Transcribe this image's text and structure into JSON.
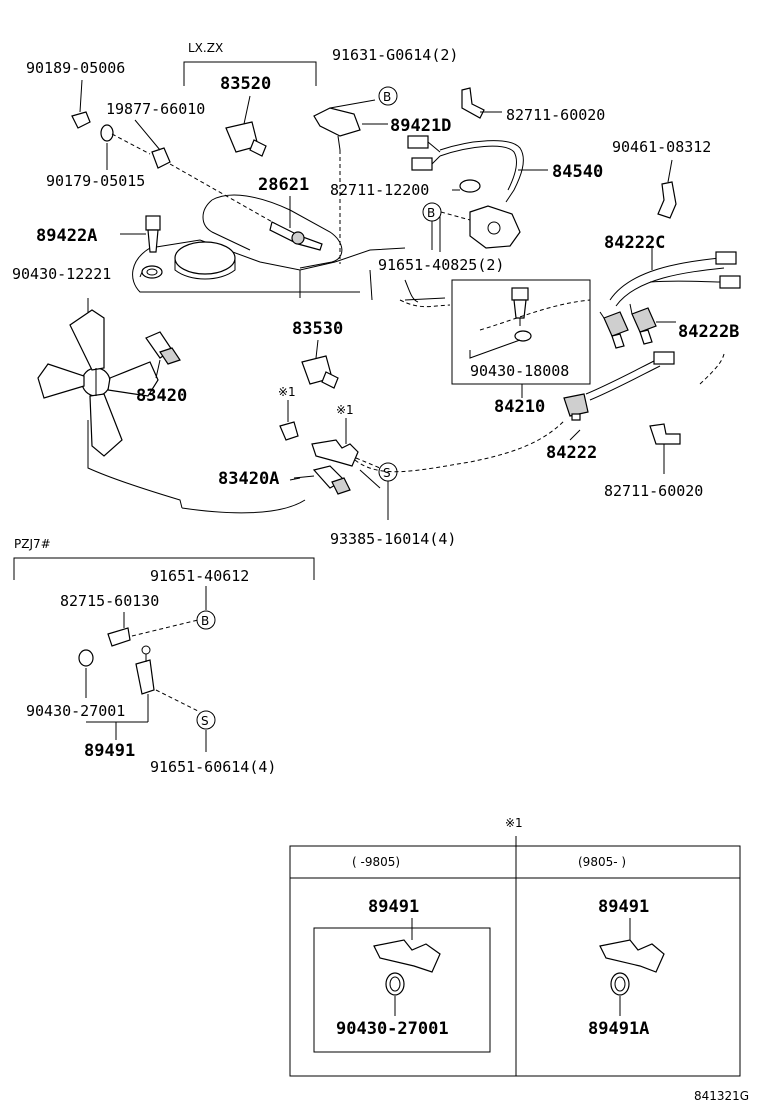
{
  "labels": {
    "lx_zx": "LX.ZX",
    "pzj7": "PZJ7#",
    "p90189_05006": "90189-05006",
    "p83520": "83520",
    "p91631_g0614": "91631-G0614(2)",
    "p19877_66010": "19877-66010",
    "p89421d": "89421D",
    "p82711_60020_a": "82711-60020",
    "p90461_08312": "90461-08312",
    "p84540": "84540",
    "p90179_05015": "90179-05015",
    "p28621": "28621",
    "p82711_12200": "82711-12200",
    "p89422a": "89422A",
    "p84222c": "84222C",
    "p90430_12221": "90430-12221",
    "p91651_40825": "91651-40825(2)",
    "p83530": "83530",
    "p84222b": "84222B",
    "p83420": "83420",
    "p90430_18008": "90430-18008",
    "p84210": "84210",
    "mark1_a": "※1",
    "mark1_b": "※1",
    "mark1_c": "※1",
    "p84222": "84222",
    "p83420a": "83420A",
    "p82711_60020_b": "82711-60020",
    "p93385_16014": "93385-16014(4)",
    "p91651_40612": "91651-40612",
    "p82715_60130": "82715-60130",
    "p90430_27001_a": "90430-27001",
    "p89491": "89491",
    "p91651_60614": "91651-60614(4)",
    "callout_b": "B",
    "callout_s": "S",
    "diagram_code": "841321G"
  },
  "table": {
    "col1_header": "(        -9805)",
    "col2_header": "(9805-        )",
    "col1_part_top": "89491",
    "col1_part_bottom": "90430-27001",
    "col2_part_top": "89491",
    "col2_part_bottom": "89491A"
  }
}
